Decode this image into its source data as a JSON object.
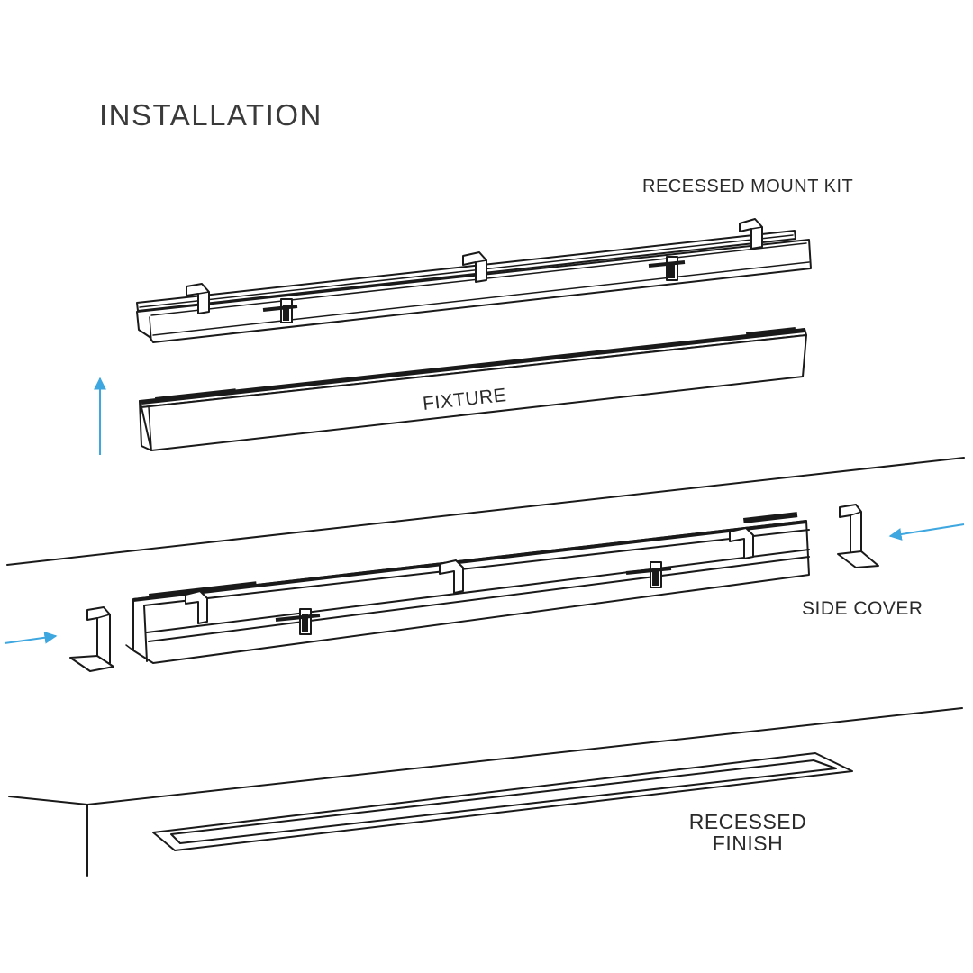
{
  "title": "INSTALLATION",
  "labels": {
    "mount_kit": "RECESSED MOUNT KIT",
    "fixture": "FIXTURE",
    "side_cover": "SIDE COVER",
    "finish_line1": "RECESSED",
    "finish_line2": "FINISH"
  },
  "colors": {
    "arrow": "#3ea7e0",
    "line": "#1a1a1a",
    "text": "#2a2a2a"
  }
}
